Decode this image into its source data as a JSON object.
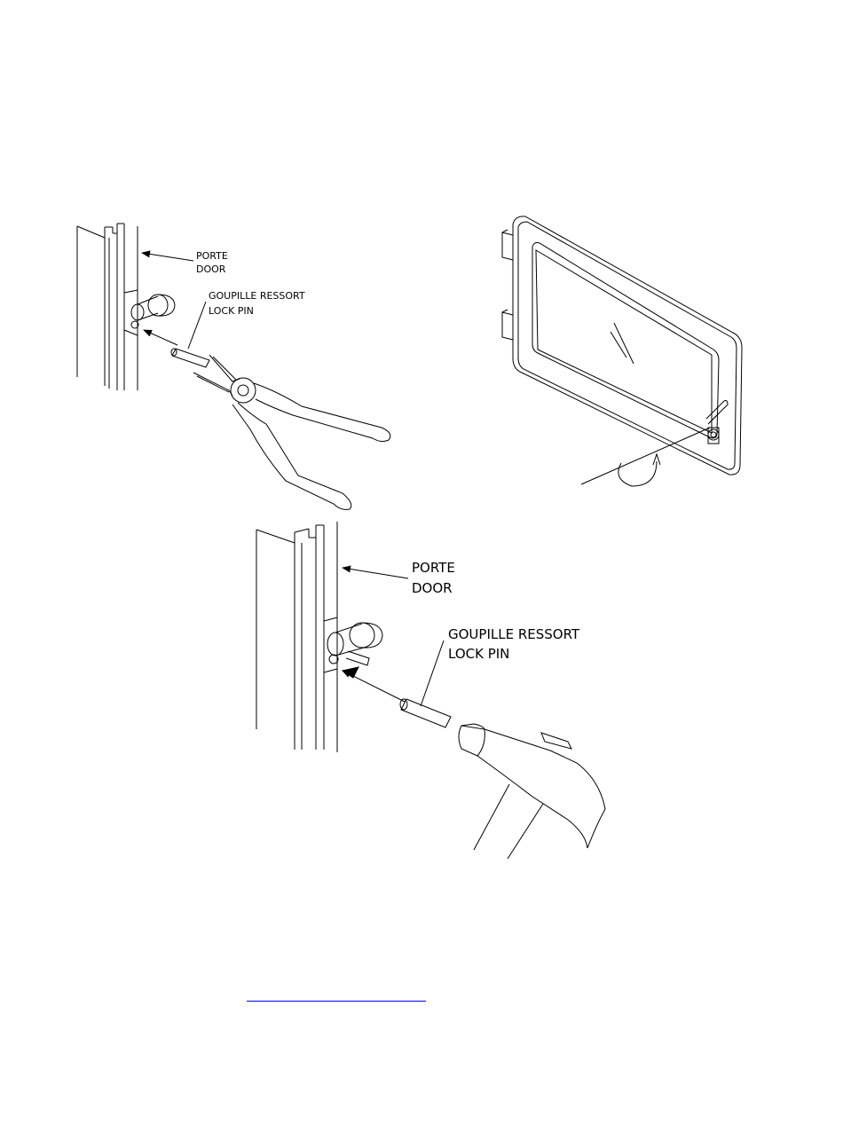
{
  "diagram": {
    "labels": {
      "door_fr_1": "PORTE",
      "door_en_1": "DOOR",
      "pin_fr_1": "GOUPILLE RESSORT",
      "pin_en_1": "LOCK PIN",
      "door_fr_2": "PORTE",
      "door_en_2": "DOOR",
      "pin_fr_2": "GOUPILLE RESSORT",
      "pin_en_2": "LOCK PIN"
    }
  },
  "footer": {
    "link_text": ""
  }
}
